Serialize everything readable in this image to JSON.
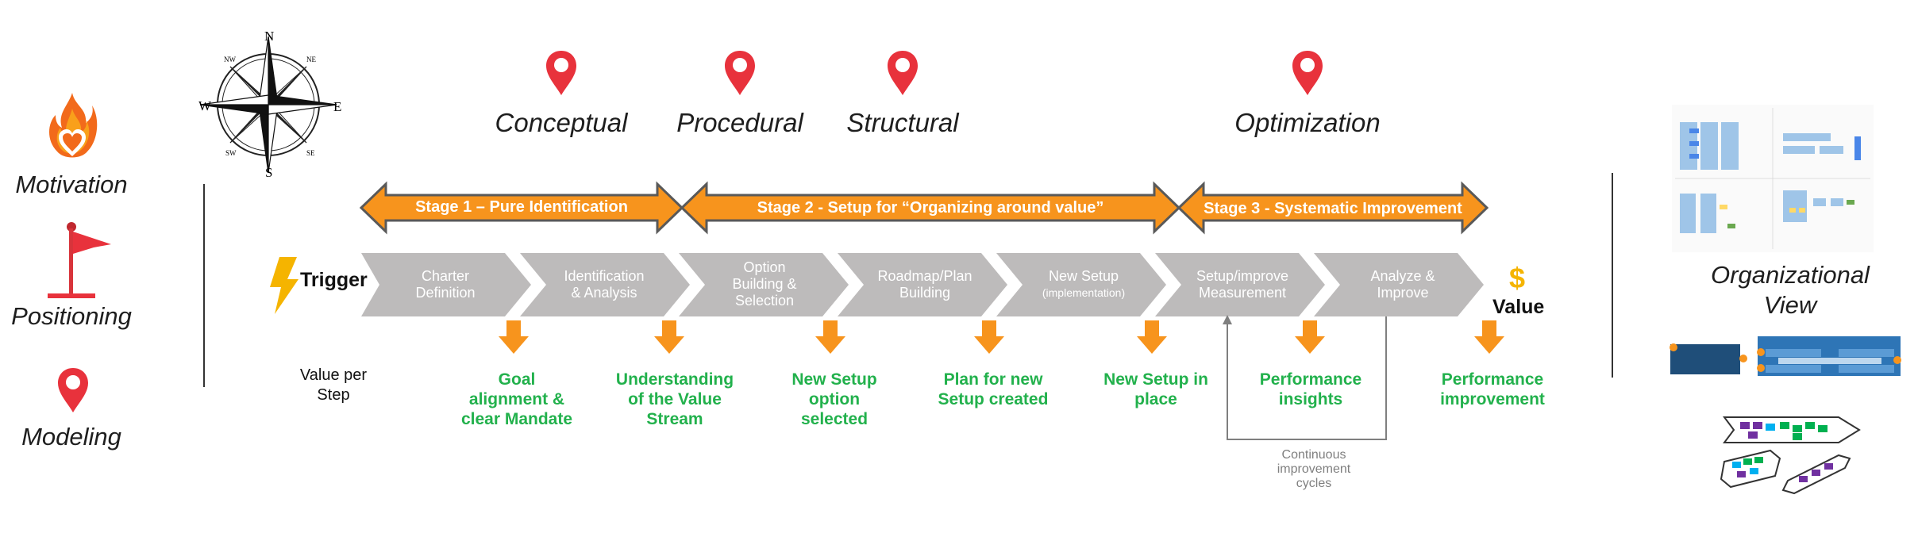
{
  "left_panel": {
    "motivation": "Motivation",
    "positioning": "Positioning",
    "modeling": "Modeling"
  },
  "compass": {
    "n": "N",
    "s": "S",
    "e": "E",
    "w": "W",
    "ne": "NE",
    "nw": "NW",
    "se": "SE",
    "sw": "SW"
  },
  "categories": [
    "Conceptual",
    "Procedural",
    "Structural",
    "Optimization"
  ],
  "stages": [
    "Stage 1 – Pure Identification",
    "Stage 2 -  Setup for “Organizing around value”",
    "Stage 3 -  Systematic Improvement"
  ],
  "trigger": "Trigger",
  "steps": [
    {
      "line1": "Charter",
      "line2": "Definition",
      "line3": ""
    },
    {
      "line1": "Identification",
      "line2": "& Analysis",
      "line3": ""
    },
    {
      "line1": "Option",
      "line2": "Building  &",
      "line3": "Selection"
    },
    {
      "line1": "Roadmap/Plan",
      "line2": "Building",
      "line3": ""
    },
    {
      "line1": "New Setup",
      "line2": "(implementation)",
      "line3": ""
    },
    {
      "line1": "Setup/improve",
      "line2": "Measurement",
      "line3": ""
    },
    {
      "line1": "Analyze  &",
      "line2": "Improve",
      "line3": ""
    }
  ],
  "value_symbol": "$",
  "value": "Value",
  "value_per_step": {
    "line1": "Value per",
    "line2": "Step"
  },
  "outcomes": [
    {
      "line1": "Goal",
      "line2": "alignment &",
      "line3": "clear Mandate"
    },
    {
      "line1": "Understanding",
      "line2": "of the Value",
      "line3": "Stream"
    },
    {
      "line1": "New Setup",
      "line2": "option",
      "line3": "selected"
    },
    {
      "line1": "Plan for new",
      "line2": "Setup created",
      "line3": ""
    },
    {
      "line1": "New Setup in",
      "line2": "place",
      "line3": ""
    },
    {
      "line1": "Performance",
      "line2": "insights",
      "line3": ""
    },
    {
      "line1": "Performance",
      "line2": "improvement",
      "line3": ""
    }
  ],
  "cycle_label": {
    "line1": "Continuous",
    "line2": "improvement",
    "line3": "cycles"
  },
  "org_view": {
    "line1": "Organizational",
    "line2": "View"
  },
  "colors": {
    "orange": "#f7941d",
    "gray": "#bdbbbb",
    "green": "#22b14c",
    "red": "#e8323c",
    "gold": "#f5b400"
  }
}
